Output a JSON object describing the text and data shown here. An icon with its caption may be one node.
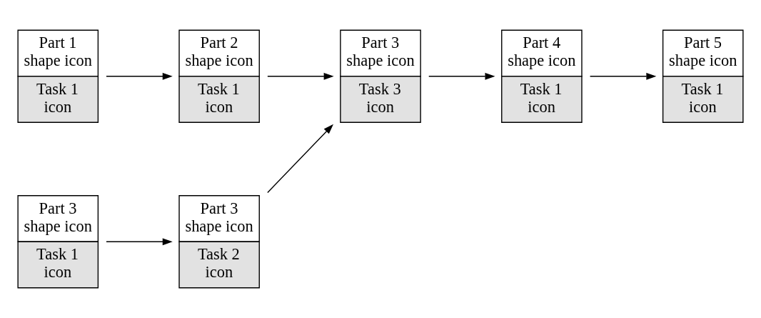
{
  "diagram": {
    "nodes": [
      {
        "text": [
          "Part 1 shape icon",
          "Task 1 icon"
        ]
      },
      {
        "text": [
          "Part 3 shape icon",
          "Task 1 icon"
        ]
      },
      {
        "text": [
          "Part 2 shape icon",
          "Task 1 icon"
        ]
      },
      {
        "text": [
          "Part 3 shape icon",
          "Task 2 icon"
        ]
      },
      {
        "text": [
          "Part 3 shape icon",
          "Task 3 icon"
        ]
      },
      {
        "text": [
          "Part 4 shape icon",
          "Task 1 icon"
        ]
      },
      {
        "text": [
          "Part 5 shape icon",
          "Task 1 icon"
        ]
      }
    ],
    "edges": [
      {
        "from": 0,
        "to": 2,
        "arrow": "to"
      },
      {
        "from": 2,
        "to": 4,
        "arrow": "to"
      },
      {
        "from": 4,
        "to": 5,
        "arrow": "to"
      },
      {
        "from": 5,
        "to": 6,
        "arrow": "to"
      },
      {
        "from": 1,
        "to": 3,
        "arrow": "to"
      },
      {
        "from": 3,
        "to": 4,
        "arrow": "to"
      }
    ]
  }
}
